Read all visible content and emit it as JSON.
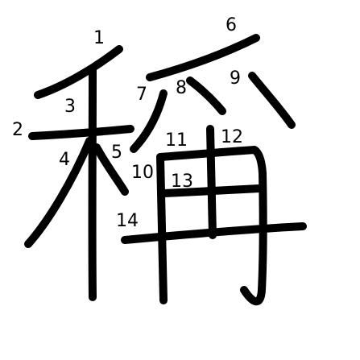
{
  "diagram": {
    "stroke_color": "#000000",
    "background": "#ffffff",
    "stroke_numbers": [
      "1",
      "2",
      "3",
      "4",
      "5",
      "6",
      "7",
      "8",
      "9",
      "10",
      "11",
      "12",
      "13",
      "14"
    ]
  }
}
